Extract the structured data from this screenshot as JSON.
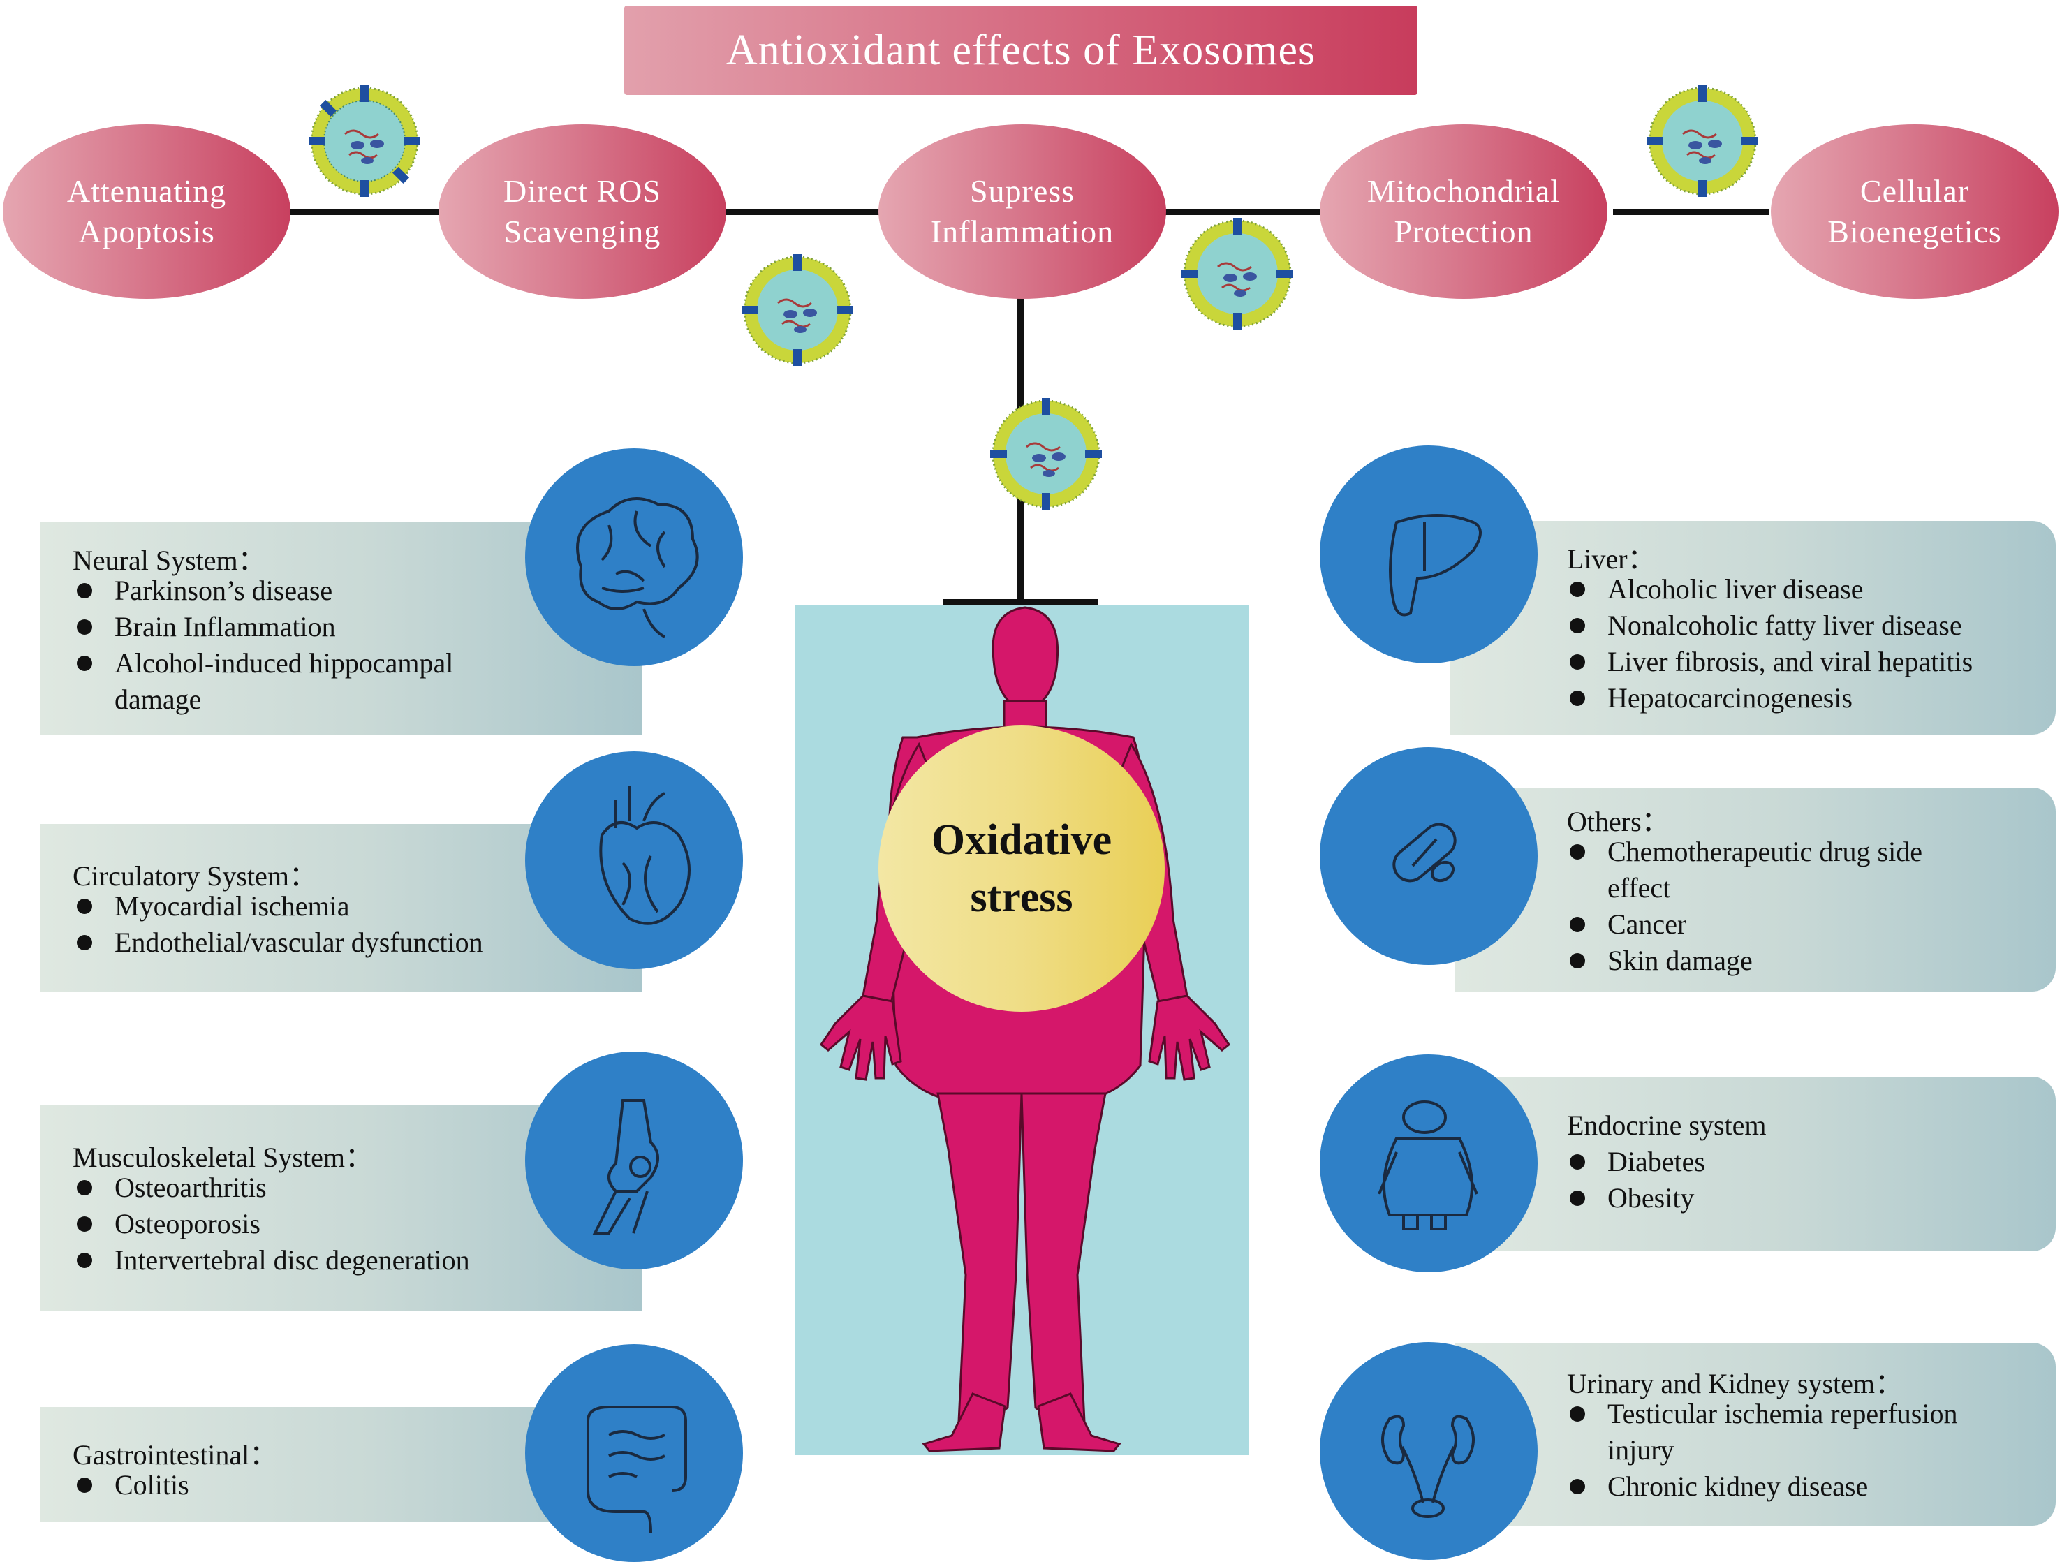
{
  "title": "Antioxidant effects of Exosomes",
  "effects": [
    {
      "label": "Attenuating\nApoptosis"
    },
    {
      "label": "Direct ROS\nScavenging"
    },
    {
      "label": "Supress\nInflammation"
    },
    {
      "label": "Mitochondrial\nProtection"
    },
    {
      "label": "Cellular\nBioenegetics"
    }
  ],
  "center": {
    "label": "Oxidative\nstress"
  },
  "left_systems": [
    {
      "title": "Neural System：",
      "icon": "brain-icon",
      "items": [
        "Parkinson’s disease",
        "Brain Inflammation",
        "Alcohol-induced hippocampal",
        "damage"
      ]
    },
    {
      "title": "Circulatory System：",
      "icon": "heart-icon",
      "items": [
        "Myocardial ischemia",
        "Endothelial/vascular dysfunction"
      ]
    },
    {
      "title": "Musculoskeletal System：",
      "icon": "knee-joint-icon",
      "items": [
        "Osteoarthritis",
        "Osteoporosis",
        "Intervertebral disc degeneration"
      ]
    },
    {
      "title": "Gastrointestinal：",
      "icon": "intestine-icon",
      "items": [
        "Colitis"
      ]
    }
  ],
  "right_systems": [
    {
      "title": "Liver：",
      "icon": "liver-icon",
      "items": [
        "Alcoholic liver disease",
        "Nonalcoholic fatty liver disease",
        "Liver fibrosis, and viral hepatitis",
        "Hepatocarcinogenesis"
      ]
    },
    {
      "title": "Others：",
      "icon": "pill-icon",
      "items": [
        "Chemotherapeutic drug side",
        "effect",
        "Cancer",
        "Skin damage"
      ]
    },
    {
      "title": "Endocrine system",
      "icon": "obese-figure-icon",
      "items": [
        "Diabetes",
        "Obesity"
      ]
    },
    {
      "title": "Urinary and Kidney system：",
      "icon": "kidney-icon",
      "items": [
        "Testicular ischemia reperfusion",
        "injury",
        "Chronic kidney disease"
      ]
    }
  ],
  "colors": {
    "ellipse": "#d5687f",
    "circle_blue": "#2f80c7",
    "panel": "#abdbe0",
    "body": "#d5176a",
    "oxidative": "#efdd86"
  }
}
